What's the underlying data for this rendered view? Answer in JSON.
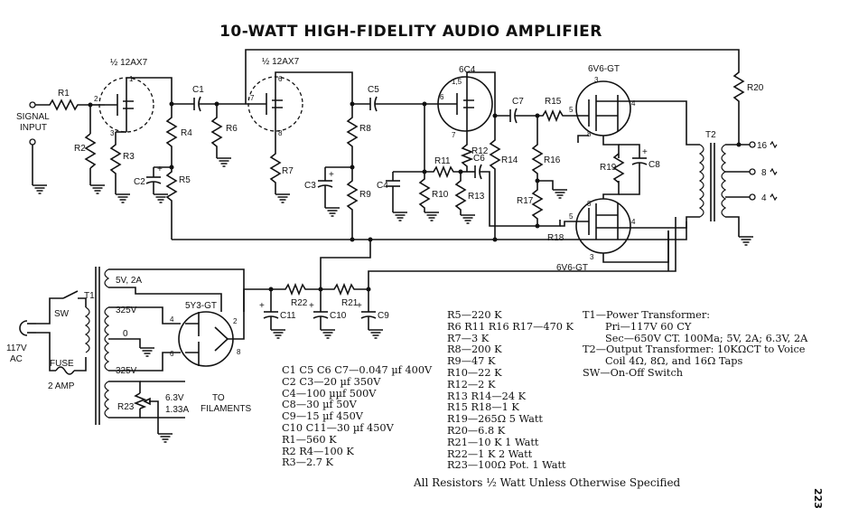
{
  "title": "10-WATT HIGH-FIDELITY AUDIO AMPLIFIER",
  "tubes": {
    "v1": "½ 12AX7",
    "v2": "½ 12AX7",
    "v3": "6C4",
    "v4": "6V6-GT",
    "v5": "6V6-GT",
    "v6": "5Y3-GT"
  },
  "labels": {
    "signal_input_1": "SIGNAL",
    "signal_input_2": "INPUT",
    "r1": "R1",
    "r2": "R2",
    "r3": "R3",
    "r4": "R4",
    "r5": "R5",
    "r6": "R6",
    "r7": "R7",
    "r8": "R8",
    "r9": "R9",
    "r10": "R10",
    "r11": "R11",
    "r12": "R12",
    "r13": "R13",
    "r14": "R14",
    "r15": "R15",
    "r16": "R16",
    "r17": "R17",
    "r18": "R18",
    "r19": "R19",
    "r20": "R20",
    "r21": "R21",
    "r22": "R22",
    "r23": "R23",
    "c1": "C1",
    "c2": "C2",
    "c3": "C3",
    "c4": "C4",
    "c5": "C5",
    "c6": "C6",
    "c7": "C7",
    "c8": "C8",
    "c9": "C9",
    "c10": "C10",
    "c11": "C11",
    "t1": "T1",
    "t2": "T2",
    "tap16": "16",
    "tap8": "8",
    "tap4": "4",
    "sec_5v": "5V, 2A",
    "sec_325_top": "325V",
    "sec_325_bot": "325V",
    "sec_ct": "0",
    "switch": "SW",
    "mains_1": "117V",
    "mains_2": "AC",
    "fuse": "FUSE",
    "fuse_rating": "2 AMP",
    "fil_1": "6.3V",
    "fil_2": "1.33A",
    "to_fil_1": "TO",
    "to_fil_2": "FILAMENTS",
    "plus": "+"
  },
  "pins": {
    "v1_grid": "2",
    "v1_plate": "1",
    "v1_cath": "3",
    "v2_grid": "7",
    "v2_plate": "6",
    "v2_cath": "8",
    "v3_plate": "1,5",
    "v3_grid": "6",
    "v3_cath": "7",
    "v4_cath": "3",
    "v4_grid": "5",
    "v4_plate": "4",
    "v4_screen": "8",
    "v5_screen": "8",
    "v5_grid": "5",
    "v5_plate": "4",
    "v5_cath": "3",
    "v6_p1": "4",
    "v6_p2": "6",
    "v6_k1": "2",
    "v6_k2": "8"
  },
  "capacitor_list": [
    "C1 C5 C6 C7—0.047 µf 400V",
    "C2 C3—20 µf 350V",
    "C4—100 µµf 500V",
    "C8—30 µf 50V",
    "C9—15 µf 450V",
    "C10 C11—30 µf 450V",
    "R1—560 K",
    "R2 R4—100 K",
    "R3—2.7 K"
  ],
  "resistor_list": [
    "R5—220 K",
    "R6 R11 R16 R17—470 K",
    "R7—3 K",
    "R8—200 K",
    "R9—47 K",
    "R10—22 K",
    "R12—2 K",
    "R13 R14—24 K",
    "R15 R18—1 K",
    "R19—265Ω 5 Watt",
    "R20—6.8 K",
    "R21—10 K 1 Watt",
    "R22—1 K 2 Watt",
    "R23—100Ω Pot. 1 Watt"
  ],
  "transformer_list": [
    {
      "text": "T1—Power Transformer:",
      "style": "plain"
    },
    {
      "text": "Pri—117V 60 CY",
      "style": "indent"
    },
    {
      "text": "Sec—650V CT. 100Ma; 5V, 2A; 6.3V, 2A",
      "style": "indent"
    },
    {
      "text": "T2—Output Transformer: 10KΩCT to Voice Coil 4Ω, 8Ω, and 16Ω Taps",
      "style": "hang"
    },
    {
      "text": "SW—On-Off Switch",
      "style": "plain"
    }
  ],
  "footer": "All Resistors ½ Watt Unless Otherwise Specified",
  "page_number": "223"
}
